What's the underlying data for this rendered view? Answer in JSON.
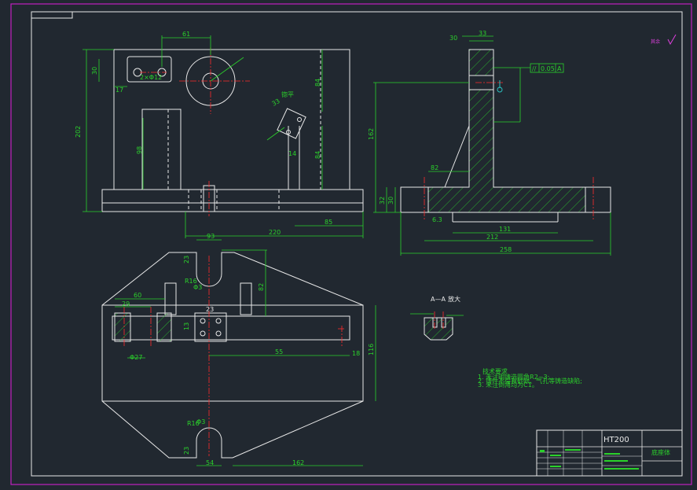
{
  "drawing": {
    "material": "HT200",
    "title_cell": "底座体",
    "section_label": "A—A",
    "section_label_suffix": "放大",
    "front_dims": {
      "d61": "61",
      "d30": "30",
      "d17": "17",
      "d202": "202",
      "d98": "98",
      "d84a": "84",
      "d84b": "84",
      "d14": "14",
      "d33": "33",
      "d220": "220",
      "d85": "85",
      "note_hole": "2×Φ12",
      "note_top": "锪平"
    },
    "side_dims": {
      "d33": "33",
      "d30": "30",
      "d162": "162",
      "d82": "82",
      "d32": "32",
      "d30b": "30",
      "d131": "131",
      "d212": "212",
      "d258": "258",
      "tol_symbol": "//",
      "tol_value": "0.05",
      "tol_datum": "A",
      "roughness": "6.3"
    },
    "top_dims": {
      "d93": "93",
      "d23a": "23",
      "dR16a": "R16",
      "d83a": "Φ3",
      "d82": "82",
      "d60": "60",
      "d29": "29",
      "d23b": "23",
      "d13": "13",
      "d27": "Φ27",
      "d55": "55",
      "d18": "18",
      "d116": "116",
      "dR16b": "R16",
      "d83b": "Φ3",
      "d23c": "23",
      "d54": "54",
      "d162": "162"
    },
    "notes_title": "技术要求",
    "notes": [
      "1. 未注明铸造圆角R2~3;",
      "2. 铸件不得有砂眼、气孔等铸造缺陷;",
      "3. 未注倒角均为C1。"
    ],
    "corner_mark": "其余"
  }
}
